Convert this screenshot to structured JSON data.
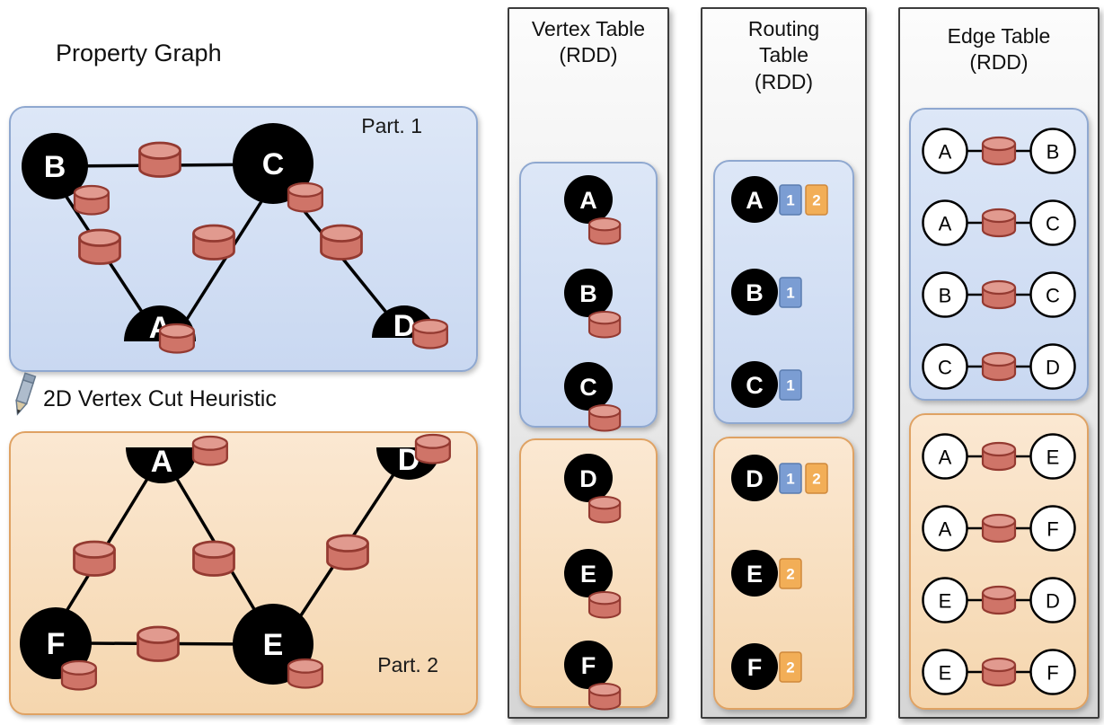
{
  "property_graph": {
    "title": "Property Graph",
    "heuristic": "2D Vertex Cut Heuristic",
    "part1": {
      "label": "Part. 1",
      "vertices": {
        "b": "B",
        "c": "C",
        "a": "A",
        "d": "D"
      }
    },
    "part2": {
      "label": "Part. 2",
      "vertices": {
        "a": "A",
        "d": "D",
        "f": "F",
        "e": "E"
      }
    }
  },
  "vertex_table": {
    "title": "Vertex Table (RDD)",
    "part1": [
      "A",
      "B",
      "C"
    ],
    "part2": [
      "D",
      "E",
      "F"
    ]
  },
  "routing_table": {
    "title": "Routing Table (RDD)",
    "part1": [
      {
        "vertex": "A",
        "badges": [
          "1",
          "2"
        ]
      },
      {
        "vertex": "B",
        "badges": [
          "1"
        ]
      },
      {
        "vertex": "C",
        "badges": [
          "1"
        ]
      }
    ],
    "part2": [
      {
        "vertex": "D",
        "badges": [
          "1",
          "2"
        ]
      },
      {
        "vertex": "E",
        "badges": [
          "2"
        ]
      },
      {
        "vertex": "F",
        "badges": [
          "2"
        ]
      }
    ]
  },
  "edge_table": {
    "title": "Edge Table (RDD)",
    "part1": [
      {
        "src": "A",
        "dst": "B"
      },
      {
        "src": "A",
        "dst": "C"
      },
      {
        "src": "B",
        "dst": "C"
      },
      {
        "src": "C",
        "dst": "D"
      }
    ],
    "part2": [
      {
        "src": "A",
        "dst": "E"
      },
      {
        "src": "A",
        "dst": "F"
      },
      {
        "src": "E",
        "dst": "D"
      },
      {
        "src": "E",
        "dst": "F"
      }
    ]
  },
  "colors": {
    "partition1_fill": "#cfdcf2",
    "partition1_border": "#8fa8d0",
    "partition2_fill": "#f8ddb9",
    "partition2_border": "#dfa263",
    "cylinder_body": "#cf7468",
    "cylinder_top": "#e19a8f",
    "cylinder_border": "#943a31",
    "badge_part1": "#7b9dd3",
    "badge_part2": "#f2ae57",
    "node_fill": "#000000"
  }
}
